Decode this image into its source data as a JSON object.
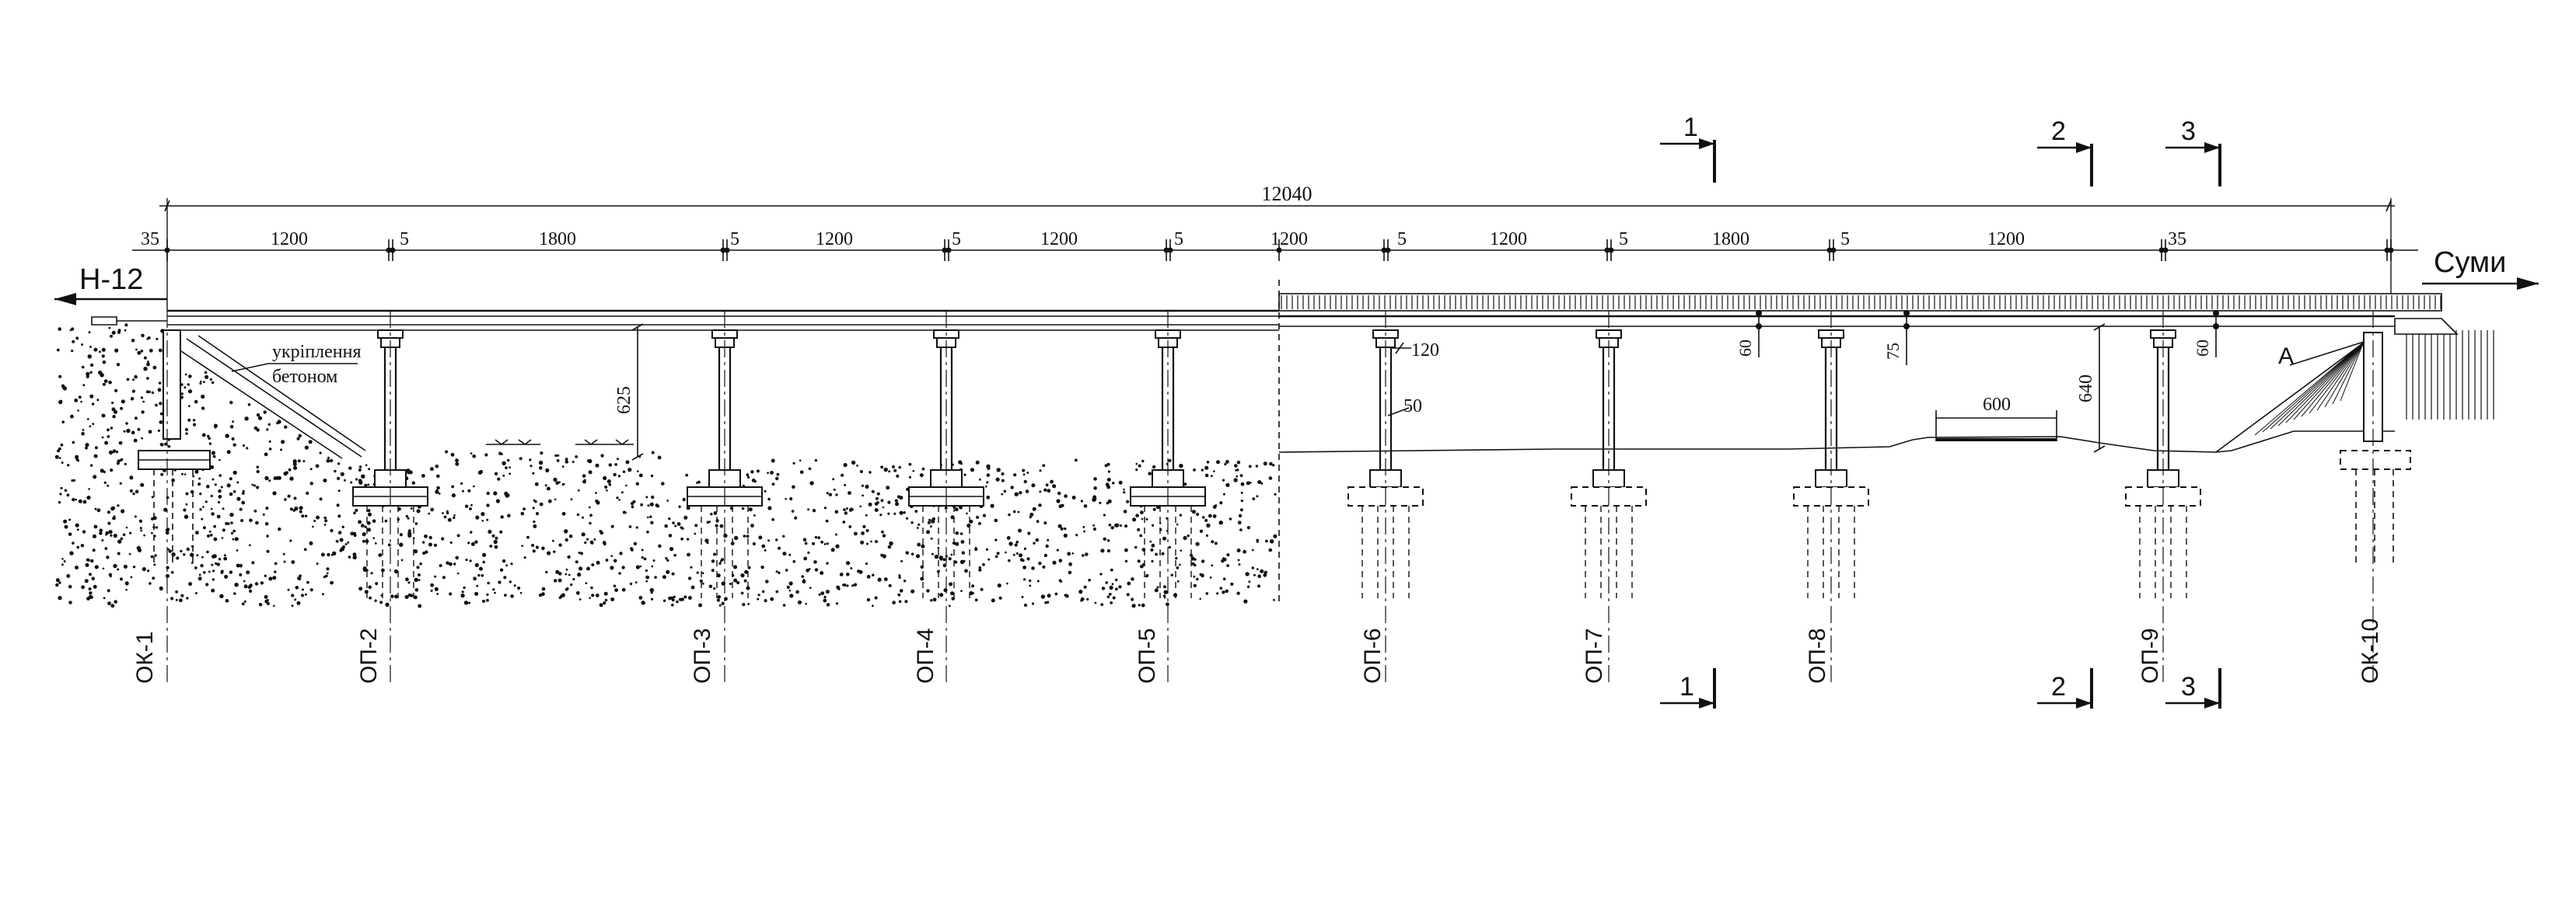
{
  "overall_dimension": "12040",
  "directions": {
    "left": "Н-12",
    "right": "Суми"
  },
  "annotation": {
    "line1": "укріплення",
    "line2": "бетоном"
  },
  "spans": [
    "35",
    "1200",
    "5",
    "1800",
    "5",
    "1200",
    "5",
    "1200",
    "5",
    "1200",
    "5",
    "1200",
    "5",
    "1800",
    "5",
    "1200",
    "35"
  ],
  "supports": [
    "ОК-1",
    "ОП-2",
    "ОП-3",
    "ОП-4",
    "ОП-5",
    "ОП-6",
    "ОП-7",
    "ОП-8",
    "ОП-9",
    "ОК-10"
  ],
  "sections": [
    "1",
    "2",
    "3"
  ],
  "details": {
    "beam_height_a": "60",
    "beam_height_b": "75",
    "beam_height_c": "60",
    "clearance_left": "625",
    "clearance_right": "640",
    "pier_top": "120",
    "pier_width": "50",
    "culvert_width": "600",
    "node_label": "А"
  }
}
